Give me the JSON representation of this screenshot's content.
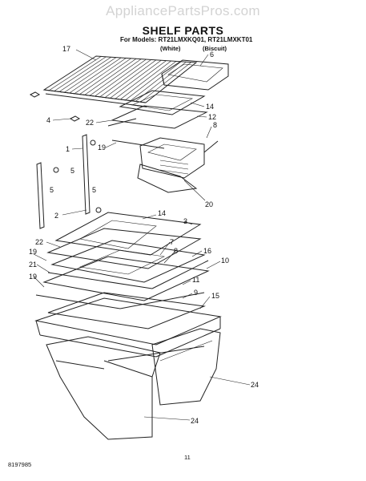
{
  "watermark": "AppliancePartsPros.com",
  "title": "SHELF PARTS",
  "models_line": "For Models: RT21LMXKQ01, RT21LMXKT01",
  "variants": [
    "(White)",
    "(Biscuit)"
  ],
  "doc_number": "8197985",
  "page_number": "11",
  "callouts": [
    "17",
    "6",
    "14",
    "4",
    "22",
    "12",
    "8",
    "19",
    "1",
    "5",
    "5",
    "20",
    "2",
    "5",
    "14",
    "3",
    "22",
    "7",
    "16",
    "19",
    "8",
    "10",
    "21",
    "19",
    "11",
    "9",
    "15",
    "24",
    "24"
  ]
}
